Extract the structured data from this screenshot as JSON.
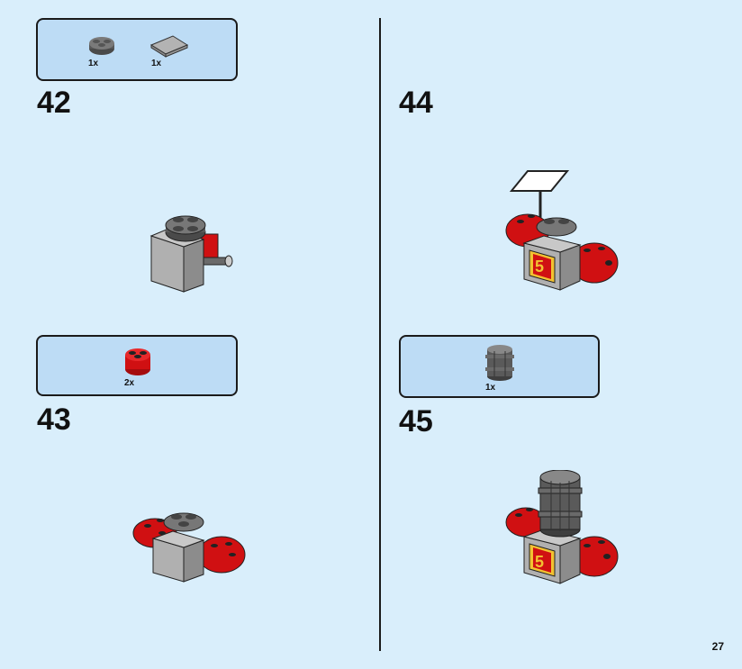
{
  "page": {
    "number": "27"
  },
  "steps": [
    {
      "number": "42",
      "parts": [
        {
          "name": "grey-round-plate-2x2",
          "qty": "1x",
          "color": "#6b6b6b"
        },
        {
          "name": "grey-tile-2x2",
          "qty": "1x",
          "color": "#a8a8a8"
        }
      ]
    },
    {
      "number": "43",
      "parts": [
        {
          "name": "red-round-brick-2x2",
          "qty": "2x",
          "color": "#d01012"
        }
      ]
    },
    {
      "number": "44",
      "parts": []
    },
    {
      "number": "45",
      "parts": [
        {
          "name": "dark-grey-barrel",
          "qty": "1x",
          "color": "#6b6b6b"
        }
      ]
    }
  ],
  "sticker_label": "5",
  "colors": {
    "red": "#d01012",
    "dark_grey": "#5a5a5a",
    "light_grey": "#a8a8a8",
    "callout_bg": "#bddcf5",
    "page_bg": "#d9eefb",
    "tile_yellow": "#f2c232"
  }
}
